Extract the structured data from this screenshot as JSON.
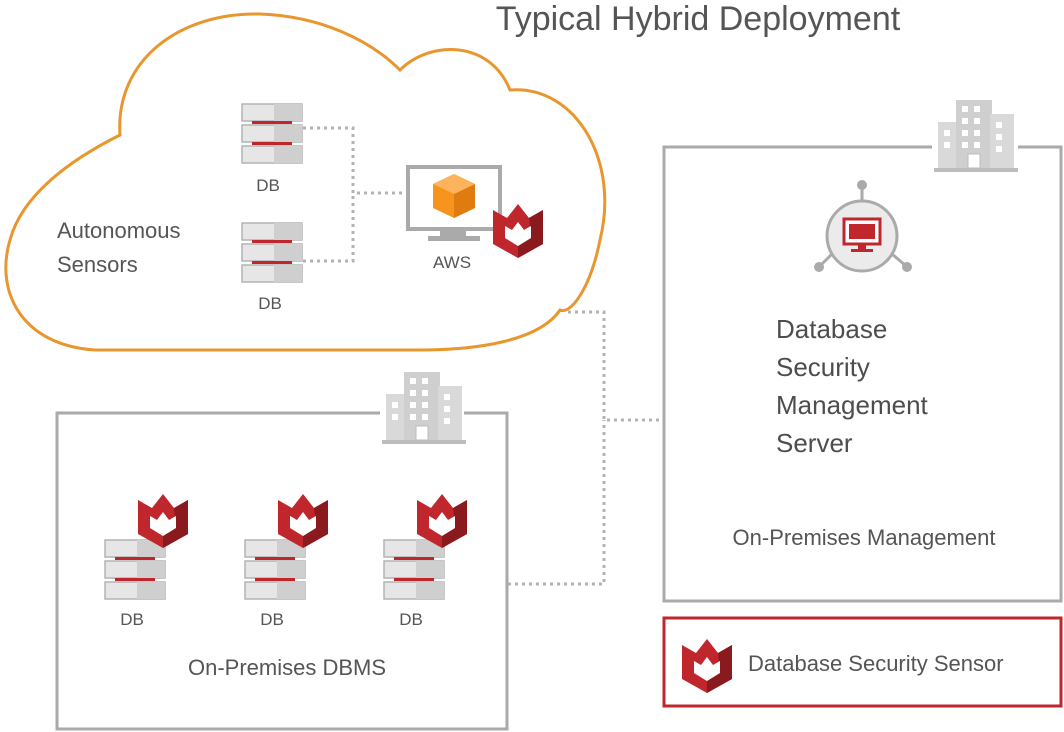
{
  "title": "Typical Hybrid Deployment",
  "cloud": {
    "autonomous_line1": "Autonomous",
    "autonomous_line2": "Sensors",
    "db_top": "DB",
    "db_bottom": "DB",
    "aws_label": "AWS"
  },
  "onprem_dbms": {
    "label": "On-Premises DBMS",
    "db_labels": [
      "DB",
      "DB",
      "DB"
    ]
  },
  "management": {
    "server_line1": "Database",
    "server_line2": "Security",
    "server_line3": "Management",
    "server_line4": "Server",
    "label": "On-Premises Management"
  },
  "legend": {
    "label": "Database Security Sensor"
  },
  "colors": {
    "cloud_stroke": "#e8962e",
    "box_stroke": "#aaaaaa",
    "legend_stroke": "#c0272d",
    "sensor_red": "#c0272d",
    "aws_orange": "#f7941d"
  },
  "icons": {
    "sensor": "shield-m-icon",
    "database": "database-stack-icon",
    "building": "office-building-icon",
    "monitor": "monitor-icon"
  }
}
